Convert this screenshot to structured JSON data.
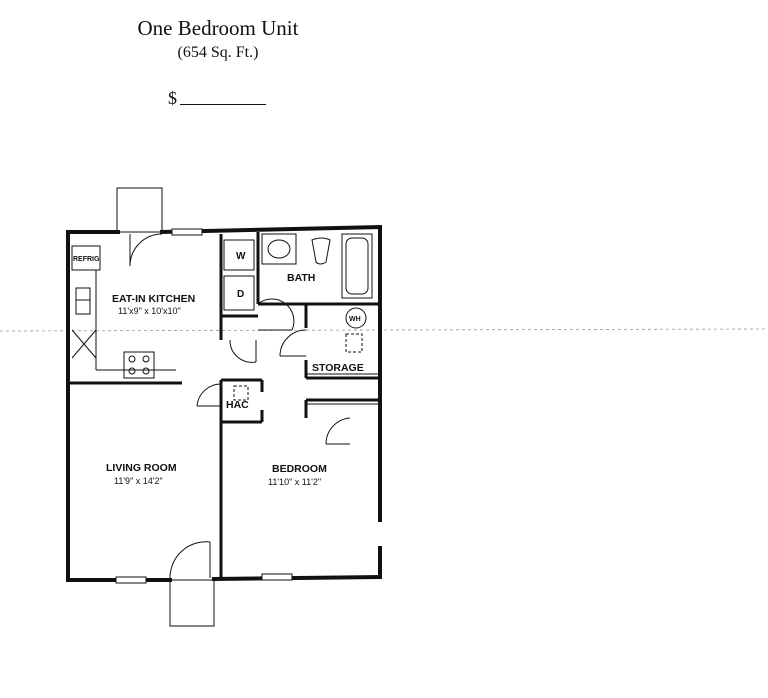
{
  "header": {
    "title": "One Bedroom Unit",
    "area": "(654 Sq. Ft.)",
    "price_symbol": "$"
  },
  "rooms": {
    "kitchen": {
      "name": "EAT-IN KITCHEN",
      "size": "11'x9\" x 10'x10\""
    },
    "living": {
      "name": "LIVING ROOM",
      "size": "11'9\" x 14'2\""
    },
    "bedroom": {
      "name": "BEDROOM",
      "size": "11'10\" x 11'2\""
    },
    "bath": {
      "name": "BATH"
    },
    "storage": {
      "name": "STORAGE"
    },
    "hac": {
      "name": "HAC"
    }
  },
  "fixtures": {
    "refrigerator": "REFRIG",
    "washer": "W",
    "dryer": "D",
    "water_heater": "WH"
  },
  "colors": {
    "ink": "#111111",
    "background": "#ffffff"
  }
}
